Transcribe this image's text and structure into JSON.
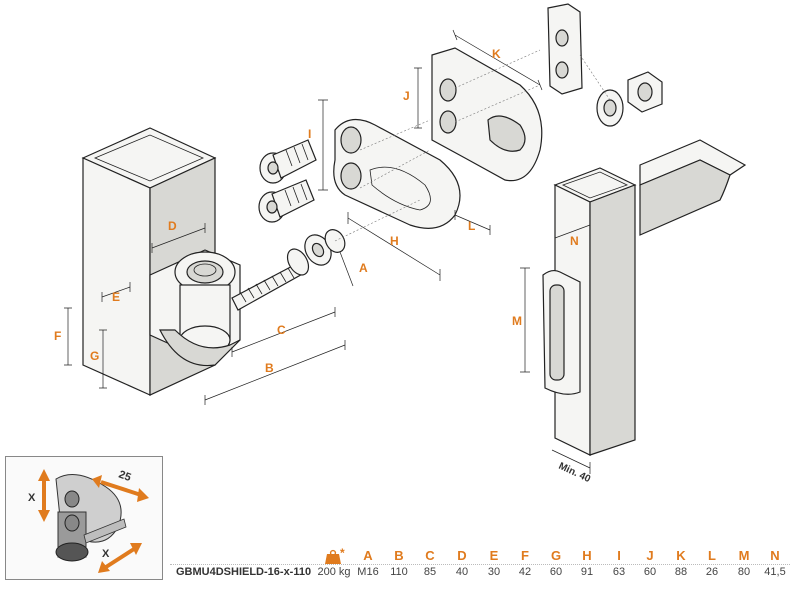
{
  "dimension_labels": {
    "A": "A",
    "B": "B",
    "C": "C",
    "D": "D",
    "E": "E",
    "F": "F",
    "G": "G",
    "H": "H",
    "I": "I",
    "J": "J",
    "K": "K",
    "L": "L",
    "M": "M",
    "N": "N"
  },
  "min_label": "Min. 40",
  "inset": {
    "x_label_1": "X",
    "x_label_2": "X",
    "angle_label": "25"
  },
  "table": {
    "model": "GBMU4DSHIELD-16-x-110",
    "weight_icon": "weight-icon",
    "weight_asterisk": "*",
    "weight": "200 kg",
    "headers": [
      "A",
      "B",
      "C",
      "D",
      "E",
      "F",
      "G",
      "H",
      "I",
      "J",
      "K",
      "L",
      "M",
      "N"
    ],
    "values": [
      "M16",
      "110",
      "85",
      "40",
      "30",
      "42",
      "60",
      "91",
      "63",
      "60",
      "88",
      "26",
      "80",
      "41,5"
    ]
  },
  "colors": {
    "accent": "#e07b1e",
    "line": "#222222",
    "text": "#333333"
  }
}
